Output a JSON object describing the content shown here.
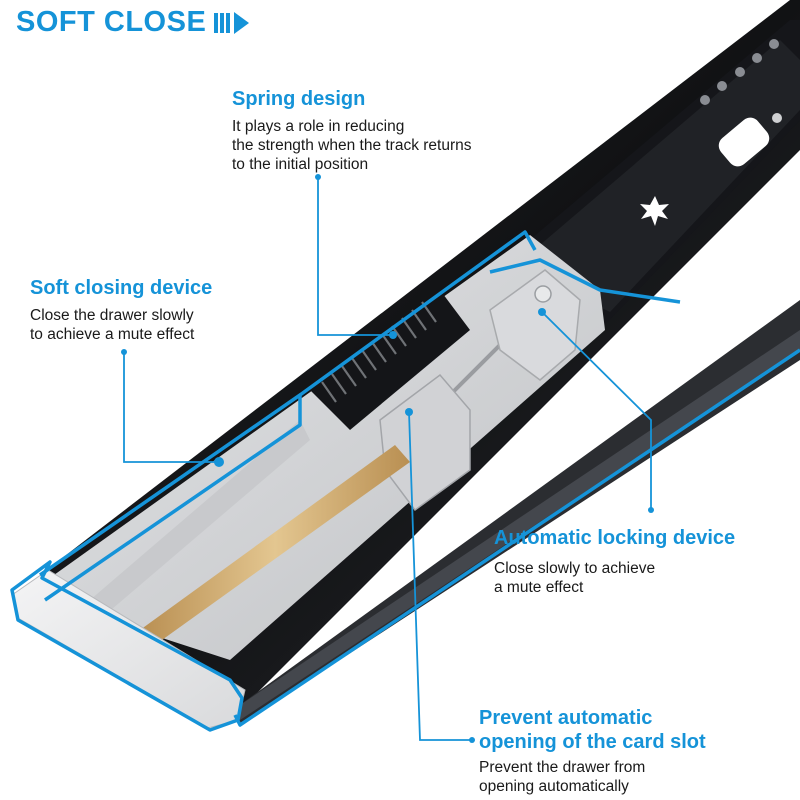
{
  "header": {
    "title": "SOFT CLOSE"
  },
  "callouts": {
    "spring": {
      "title": "Spring design",
      "desc": [
        "It plays a role in reducing",
        "the strength when the track returns",
        "to the initial position"
      ]
    },
    "soft_closing": {
      "title": "Soft closing device",
      "desc": [
        "Close the drawer slowly",
        "to achieve a mute effect"
      ]
    },
    "auto_locking": {
      "title": "Automatic locking device",
      "desc": [
        "Close slowly to achieve",
        "a mute effect"
      ]
    },
    "prevent_opening": {
      "title": [
        "Prevent automatic",
        "opening of the card slot"
      ],
      "desc": [
        "Prevent the drawer from",
        "opening automatically"
      ]
    }
  },
  "colors": {
    "accent": "#1593d8",
    "rail_dark": "#1e1f22",
    "rail_grey": "#d3d4d6",
    "brass": "#c8a265"
  }
}
